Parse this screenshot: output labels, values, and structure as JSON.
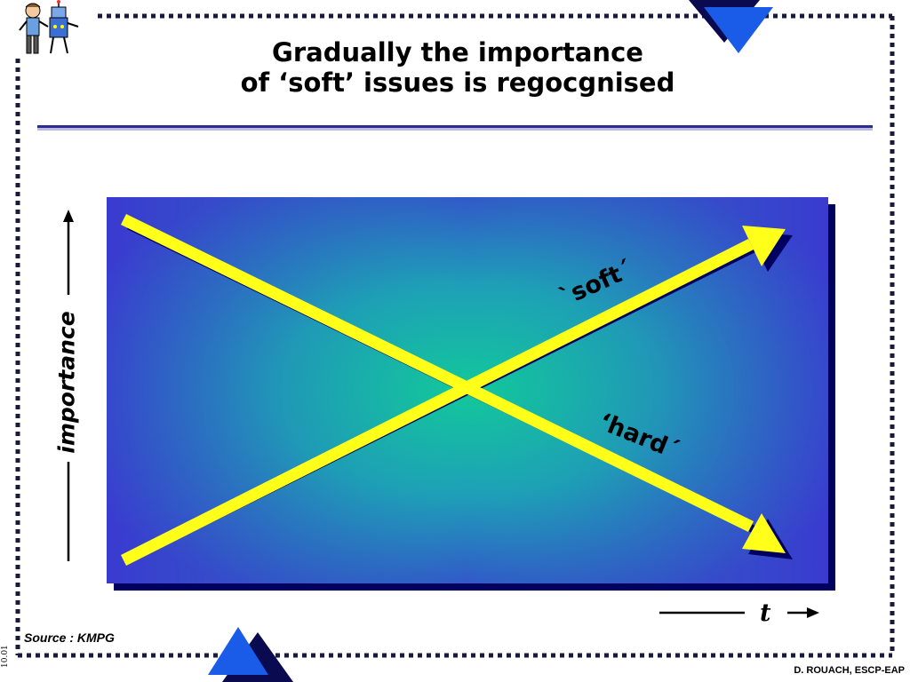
{
  "slide": {
    "title_line1": "Gradually the importance",
    "title_line2": "of ‘soft’ issues is regocgnised",
    "source": "Source : KMPG",
    "author": "D. ROUACH, ESCP-EAP",
    "date": "10.01"
  },
  "diagram": {
    "y_axis_label": "importance",
    "x_axis_label": "t",
    "soft_label": "`soft´",
    "hard_label": "‘hard´"
  },
  "colors": {
    "panel_edge": "#3a3ad0",
    "panel_center": "#12c89a",
    "arrow": "#ffff1a",
    "shadow": "#000060",
    "accent_triangle": "#1a5be8"
  }
}
